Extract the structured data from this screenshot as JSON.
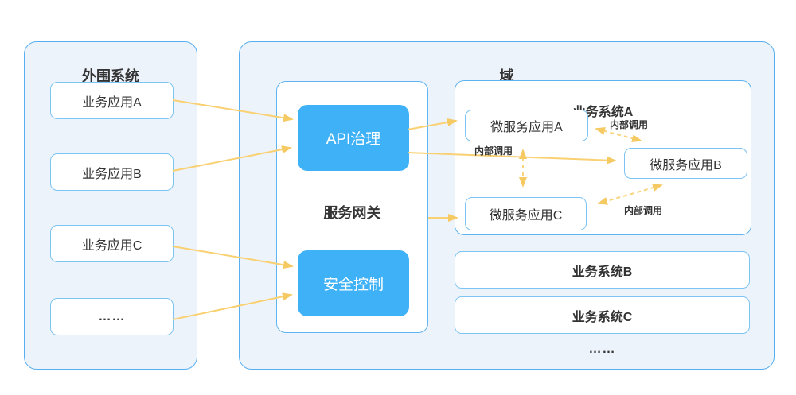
{
  "peripheral": {
    "title": "外围系统",
    "items": [
      "业务应用A",
      "业务应用B",
      "业务应用C",
      "……"
    ]
  },
  "domain": {
    "title": "域",
    "gateway": {
      "title": "服务网关",
      "modules": [
        "API治理",
        "安全控制"
      ]
    },
    "system_a": {
      "title": "业务系统A",
      "services": [
        "微服务应用A",
        "微服务应用B",
        "微服务应用C"
      ]
    },
    "system_b": {
      "title": "业务系统B"
    },
    "system_c": {
      "title": "业务系统C"
    },
    "more_label": "……",
    "internal_call_label": "内部调用"
  },
  "colors": {
    "accent_blue": "#3fb1f6",
    "panel_fill": "#edf3fb",
    "panel_border": "#58aff0",
    "box_border": "#7cc4f3",
    "arrow_yellow": "#f8d072",
    "text": "#333333"
  }
}
